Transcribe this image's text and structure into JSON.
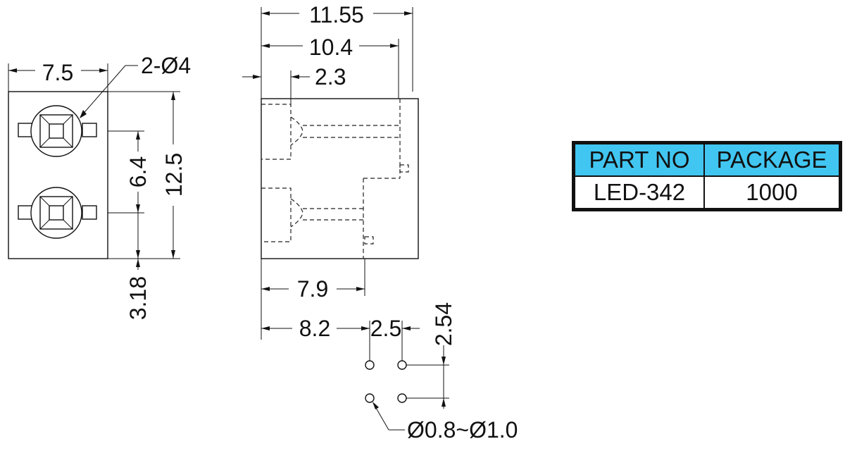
{
  "dimensions": {
    "width_7_5": "7.5",
    "holes": "2-Ø4",
    "pitch_6_4": "6.4",
    "height_12_5": "12.5",
    "offset_3_18": "3.18",
    "length_11_55": "11.55",
    "length_10_4": "10.4",
    "depth_2_3": "2.3",
    "length_7_9": "7.9",
    "length_8_2": "8.2",
    "pin_2_5": "2.5",
    "pin_2_54": "2.54",
    "pin_hole": "Ø0.8~Ø1.0"
  },
  "table": {
    "headers": [
      "PART NO",
      "PACKAGE"
    ],
    "rows": [
      [
        "LED-342",
        "1000"
      ]
    ],
    "header_color": "#41c6f2"
  }
}
